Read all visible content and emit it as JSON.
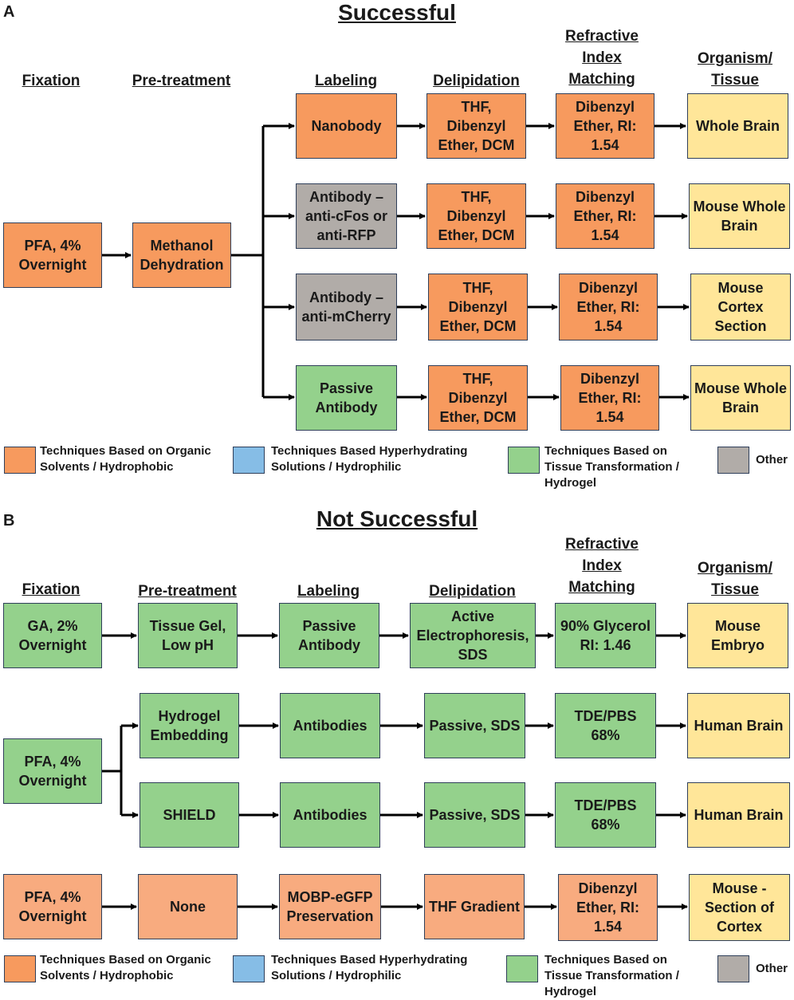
{
  "panel_a": {
    "letter": "A",
    "title": "Successful",
    "headers": {
      "fixation": "Fixation",
      "pretreatment": "Pre-treatment",
      "labeling": "Labeling",
      "delipidation": "Delipidation",
      "ri_matching": "Refractive Index Matching",
      "organism": "Organism/ Tissue"
    },
    "fixation": "PFA, 4% Overnight",
    "pretreatment": "Methanol Dehydration",
    "rows": [
      {
        "labeling": "Nanobody",
        "delipidation": "THF, Dibenzyl Ether, DCM",
        "ri": "Dibenzyl Ether, RI: 1.54",
        "organism": "Whole Brain"
      },
      {
        "labeling": "Antibody – anti-cFos or anti-RFP",
        "delipidation": "THF, Dibenzyl Ether, DCM",
        "ri": "Dibenzyl Ether, RI: 1.54",
        "organism": "Mouse Whole Brain"
      },
      {
        "labeling": "Antibody – anti-mCherry",
        "delipidation": "THF, Dibenzyl Ether, DCM",
        "ri": "Dibenzyl Ether, RI: 1.54",
        "organism": "Mouse Cortex Section"
      },
      {
        "labeling": "Passive Antibody",
        "delipidation": "THF, Dibenzyl Ether, DCM",
        "ri": "Dibenzyl Ether, RI: 1.54",
        "organism": "Mouse Whole Brain"
      }
    ]
  },
  "panel_b": {
    "letter": "B",
    "title": "Not Successful",
    "headers": {
      "fixation": "Fixation",
      "pretreatment": "Pre-treatment",
      "labeling": "Labeling",
      "delipidation": "Delipidation",
      "ri_matching": "Refractive Index Matching",
      "organism": "Organism/ Tissue"
    },
    "row1": {
      "fixation": "GA, 2% Overnight",
      "pretreatment": "Tissue Gel, Low pH",
      "labeling": "Passive Antibody",
      "delipidation": "Active Electrophoresis, SDS",
      "ri": "90% Glycerol RI: 1.46",
      "organism": "Mouse Embryo"
    },
    "row2_fixation": "PFA, 4% Overnight",
    "row2": [
      {
        "pretreatment": "Hydrogel Embedding",
        "labeling": "Antibodies",
        "delipidation": "Passive, SDS",
        "ri": "TDE/PBS 68%",
        "organism": "Human Brain"
      },
      {
        "pretreatment": "SHIELD",
        "labeling": "Antibodies",
        "delipidation": "Passive, SDS",
        "ri": "TDE/PBS 68%",
        "organism": "Human Brain"
      }
    ],
    "row3": {
      "fixation": "PFA, 4% Overnight",
      "pretreatment": "None",
      "labeling": "MOBP-eGFP Preservation",
      "delipidation": "THF Gradient",
      "ri": "Dibenzyl Ether, RI: 1.54",
      "organism": "Mouse - Section of Cortex"
    }
  },
  "legend": {
    "organic": "Techniques Based on Organic Solvents / Hydrophobic",
    "hyperhydrating": "Techniques Based Hyperhydrating Solutions / Hydrophilic",
    "tissue": "Techniques Based on Tissue Transformation / Hydrogel",
    "other": "Other"
  },
  "colors": {
    "organic": "#f79a5e",
    "hyperhydrating": "#86bde6",
    "tissue": "#94d18c",
    "organism": "#ffe699",
    "other": "#b1aca8"
  }
}
